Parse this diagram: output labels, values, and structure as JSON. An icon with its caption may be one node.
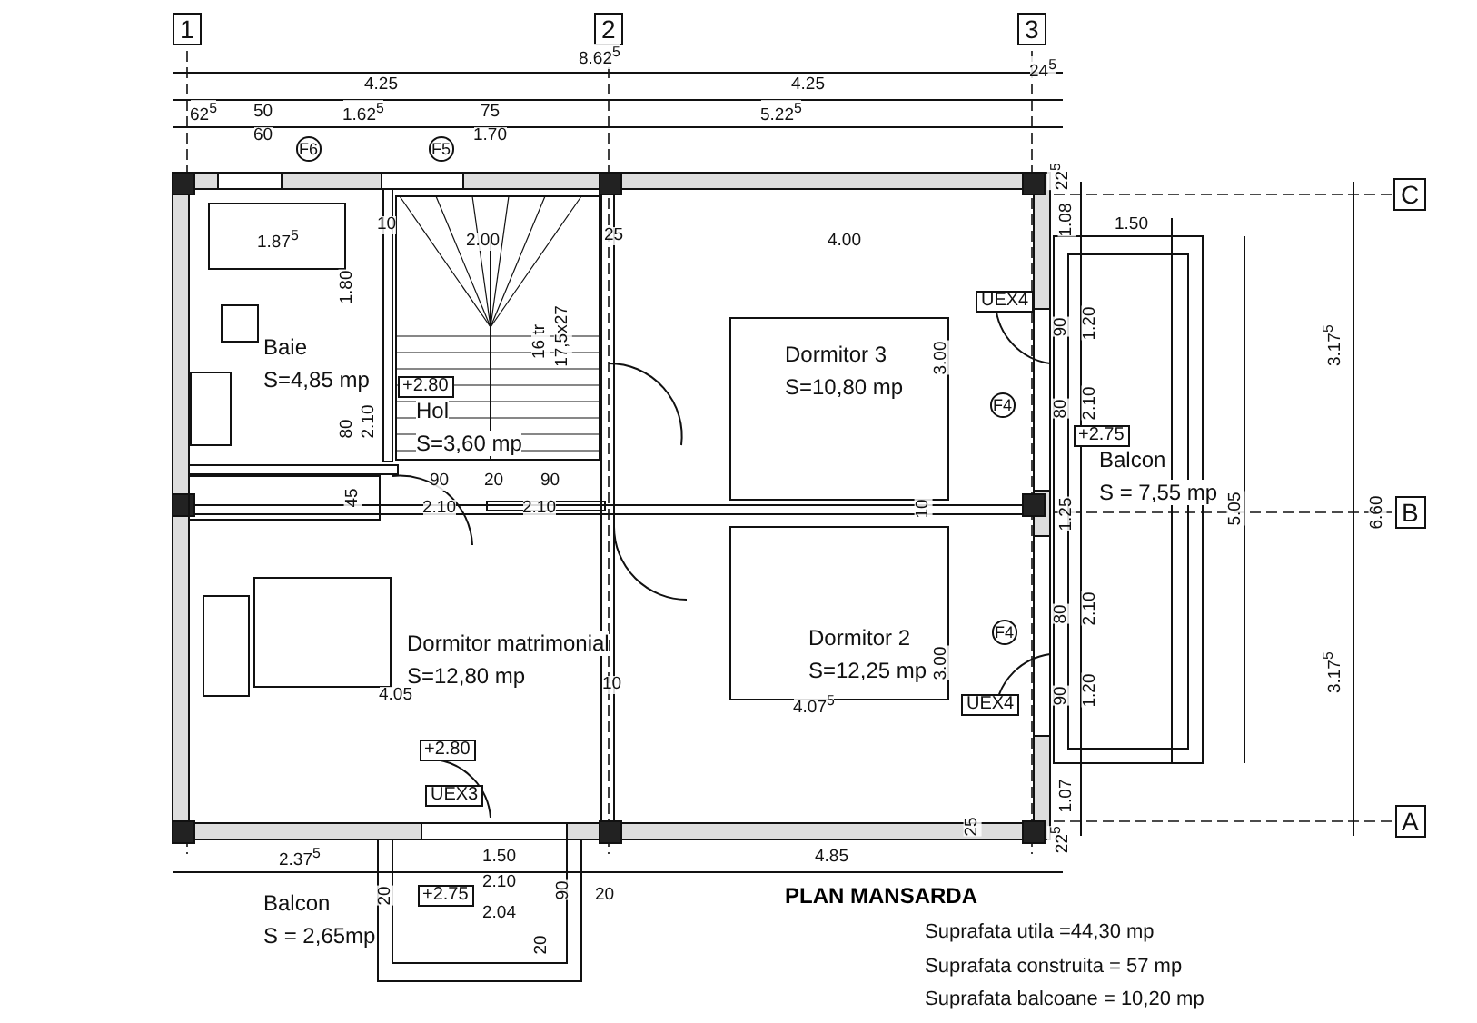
{
  "diagram": {
    "title": "PLAN MANSARDA",
    "nodes": [
      {
        "text": [
          "Baie",
          "S=4,85 mp"
        ]
      },
      {
        "text": [
          "Hol",
          "S=3,60 mp"
        ]
      },
      {
        "text": [
          "Dormitor 3",
          "S=10,80 mp"
        ]
      },
      {
        "text": [
          "Dormitor matrimonial",
          "S=12,80 mp"
        ]
      },
      {
        "text": [
          "Dormitor 2",
          "S=12,25 mp"
        ]
      },
      {
        "text": [
          "Balcon",
          "S = 7,55 mp"
        ]
      },
      {
        "text": [
          "Balcon",
          "S = 2,65mp"
        ]
      }
    ],
    "labels": [
      "1",
      "2",
      "3",
      "8.62$^{5}$",
      "4.25",
      "4.25",
      "24$^{5}$",
      "62$^{5}$",
      "50",
      "1.62$^{5}$",
      "75",
      "5.22$^{5}$",
      "60",
      "F6",
      "F5",
      "1.70",
      "C",
      "22$^{5}$",
      "1.87$^{5}$",
      "10",
      "2.00",
      "25",
      "4.00",
      "1.08",
      "1.50",
      "1.80",
      "16 tr",
      "17,5x27",
      "3.00",
      "UEX4",
      "90",
      "1.20",
      "3.17$^{5}$",
      "+2.80",
      "F4",
      "80",
      "2.10",
      "80",
      "2.10",
      "+2.75",
      "90",
      "20",
      "90",
      "2.10",
      "2.10",
      "45",
      "10",
      "1.25",
      "5.05",
      "6.60",
      "B",
      "10",
      "4.05",
      "F4",
      "80",
      "2.10",
      "3.00",
      "4.07$^{5}$",
      "+2.80",
      "90",
      "1.20",
      "UEX4",
      "3.17$^{5}$",
      "UEX3",
      "1.07",
      "25",
      "A",
      "22$^{5}$",
      "2.37$^{5}$",
      "1.50",
      "4.85",
      "20",
      "+2.75",
      "2.10",
      "90",
      "20",
      "2.04",
      "20",
      "Suprafata utila =44,30 mp",
      "Suprafata construita = 57 mp",
      "Suprafata balcoane = 10,20 mp"
    ]
  }
}
